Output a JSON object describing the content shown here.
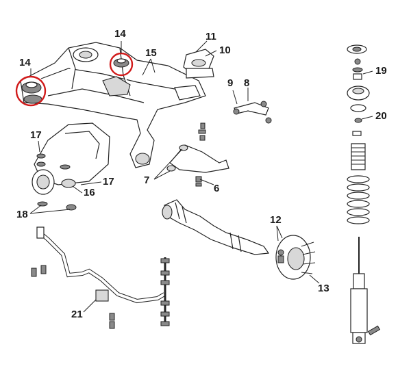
{
  "callouts": {
    "c14a": "14",
    "c14b": "14",
    "c15": "15",
    "c11": "11",
    "c10": "10",
    "c9": "9",
    "c8": "8",
    "c19": "19",
    "c20": "20",
    "c17a": "17",
    "c17b": "17",
    "c16": "16",
    "c7": "7",
    "c6": "6",
    "c18": "18",
    "c12": "12",
    "c13": "13",
    "c21": "21"
  },
  "colors": {
    "highlight": "#d11a1a",
    "line": "#222222"
  }
}
